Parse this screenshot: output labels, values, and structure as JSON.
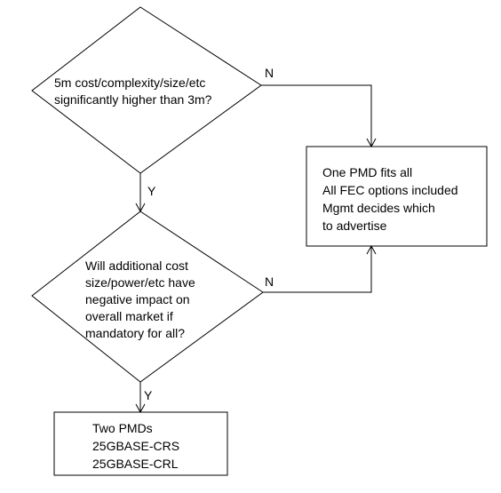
{
  "decision_1": {
    "lines": [
      "5m cost/complexity/size/etc",
      "significantly higher than 3m?"
    ]
  },
  "decision_2": {
    "lines": [
      "Will additional cost",
      "size/power/etc have",
      "negative impact on",
      "overall market if",
      "mandatory for all?"
    ]
  },
  "outcome_single": {
    "lines": [
      "One PMD fits all",
      "All FEC options included",
      "Mgmt decides which",
      "to advertise"
    ]
  },
  "outcome_two": {
    "lines": [
      "Two PMDs",
      "25GBASE-CRS",
      "25GBASE-CRL"
    ]
  },
  "branch_labels": {
    "d1_no": "N",
    "d1_yes": "Y",
    "d2_no": "N",
    "d2_yes": "Y"
  }
}
